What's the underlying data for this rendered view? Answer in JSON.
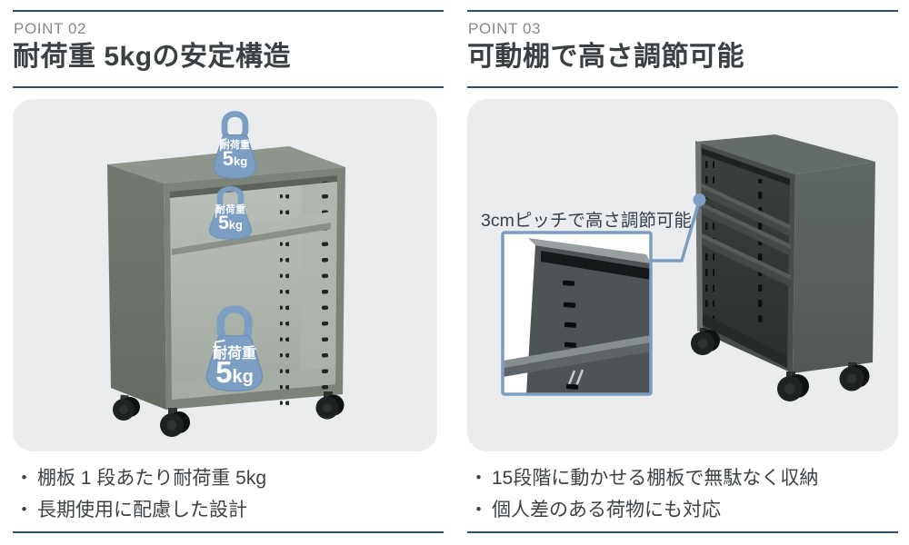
{
  "colors": {
    "rule_navy": "#30506f",
    "accent_steel_blue": "#7c9ec2",
    "panel_background": "#ebeced",
    "title_text": "#3b4045",
    "point_text": "#85898e",
    "body_text": "#3d4246",
    "cart_left_gray_green": "#7c837b",
    "cart_right_charcoal": "#575d5b"
  },
  "sections": [
    {
      "point_label": "POINT 02",
      "title": "耐荷重 5kgの安定構造",
      "bullet_char": "・",
      "bullets": [
        "棚板 1 段あたり耐荷重 5kg",
        "長期使用に配慮した設計"
      ]
    },
    {
      "point_label": "POINT 03",
      "title": "可動棚で高さ調節可能",
      "annotation": "3cmピッチで高さ調節可能",
      "bullet_char": "・",
      "bullets": [
        "15段階に動かせる棚板で無駄なく収納",
        "個人差のある荷物にも対応"
      ]
    }
  ],
  "load_icon": {
    "label": "耐荷重",
    "value_number": "5",
    "value_unit": "kg"
  }
}
